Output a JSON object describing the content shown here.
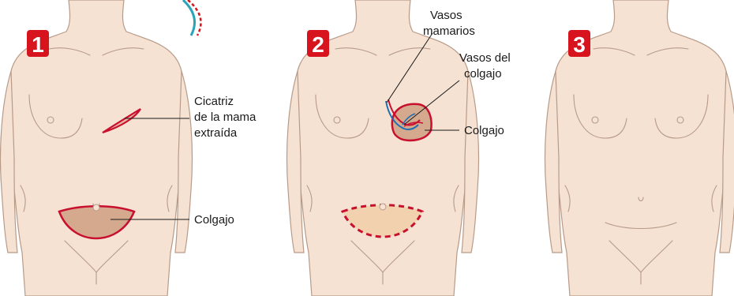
{
  "panels": [
    {
      "number": "1"
    },
    {
      "number": "2"
    },
    {
      "number": "3"
    }
  ],
  "labels": {
    "scar": [
      "Cicatriz",
      "de la mama",
      "extraída"
    ],
    "flap_1": "Colgajo",
    "mammary_vessels": [
      "Vasos",
      "mamarios"
    ],
    "flap_vessels": [
      "Vasos del",
      "colgajo"
    ],
    "flap_2": "Colgajo"
  },
  "colors": {
    "badge": "#d7141e",
    "skin": "#f5e2d3",
    "outline": "#b89a88",
    "incision": "#c8102e",
    "flap_fill": "#d4a98e",
    "vein": "#1f6fb4",
    "teal": "#2aa5b8"
  }
}
